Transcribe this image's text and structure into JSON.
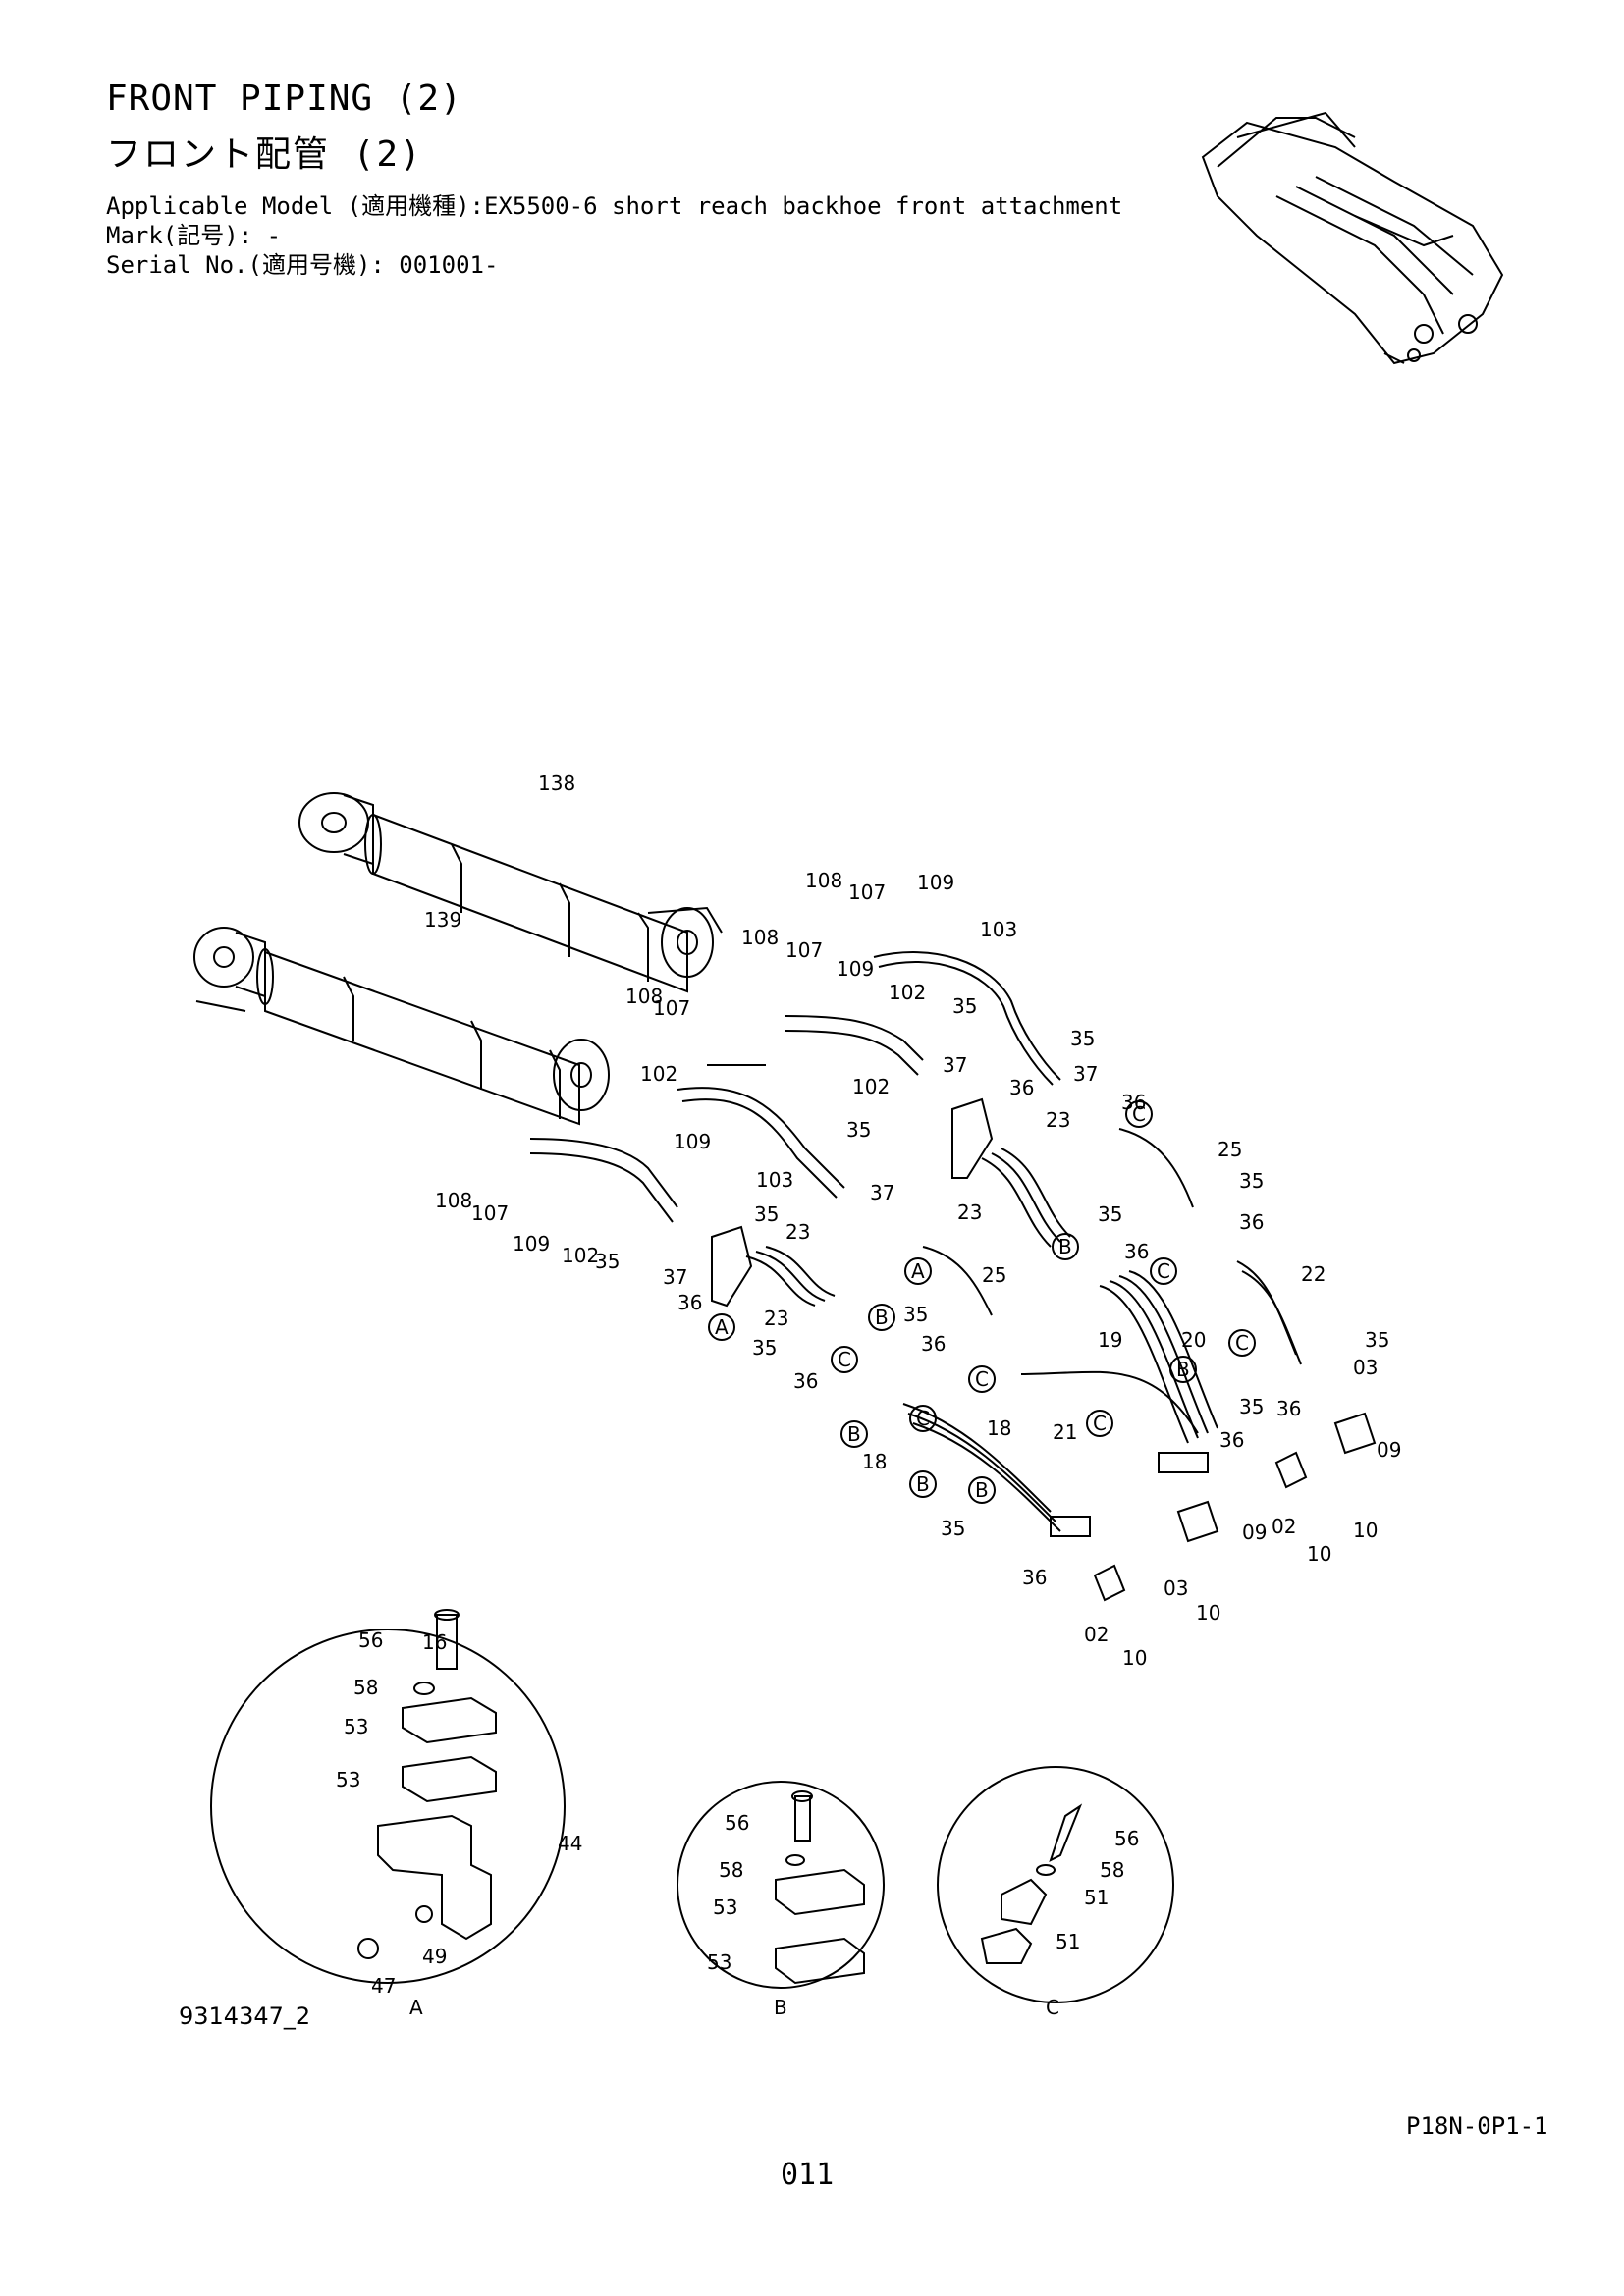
{
  "header": {
    "title_en": "FRONT PIPING (2)",
    "title_ja": "フロント配管 (2)",
    "model": "Applicable Model (適用機種):EX5500-6 short reach backhoe front attachment",
    "mark": "Mark(記号): -",
    "serial": "Serial No.(適用号機): 001001-"
  },
  "drawing_number": "9314347_2",
  "page_code": "P18N-0P1-1",
  "page_number": "011",
  "detail_views": [
    "A",
    "B",
    "C"
  ],
  "main_callouts": [
    "138",
    "139",
    "108",
    "107",
    "109",
    "103",
    "102",
    "35",
    "37",
    "36",
    "23",
    "25",
    "22",
    "20",
    "19",
    "21",
    "18",
    "03",
    "02",
    "09",
    "10"
  ],
  "detail_callouts": {
    "A": [
      "56",
      "58",
      "53",
      "53",
      "44",
      "47",
      "49"
    ],
    "B": [
      "56",
      "58",
      "53",
      "53"
    ],
    "C": [
      "56",
      "58",
      "51",
      "51"
    ]
  }
}
